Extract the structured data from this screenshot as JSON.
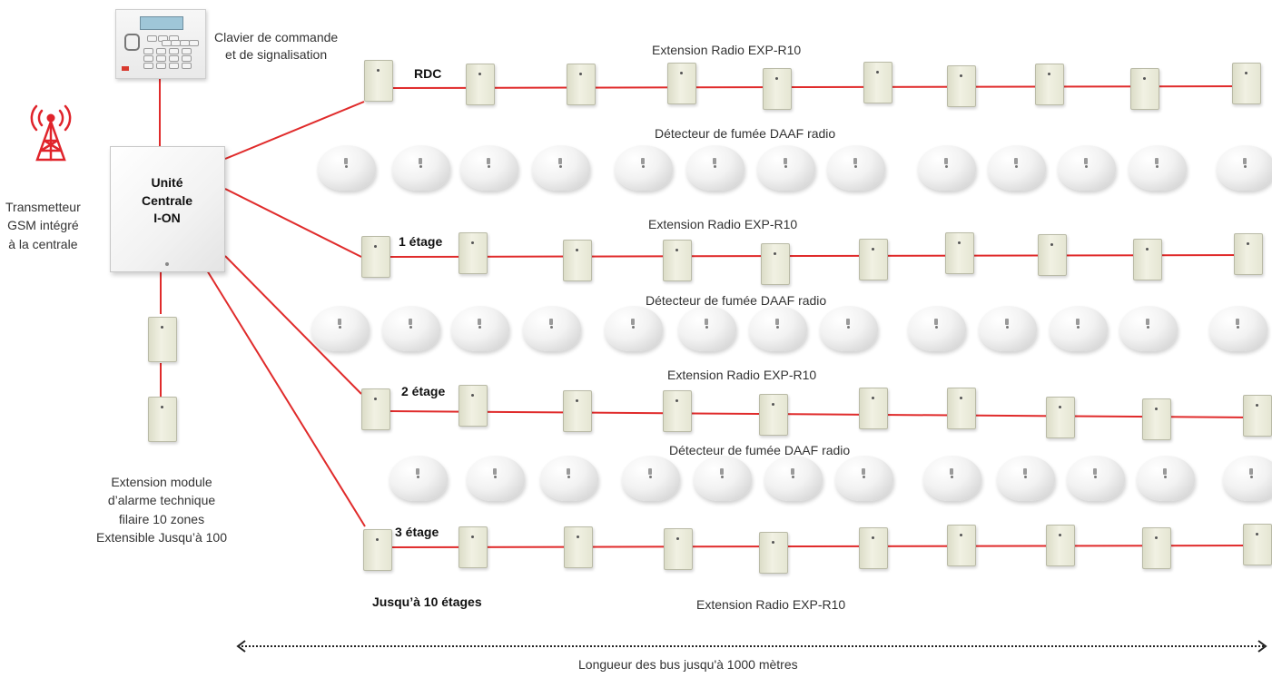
{
  "keypad": {
    "label": "Clavier de commande\net de signalisation"
  },
  "gsm": {
    "label": "Transmetteur\nGSM intégré\nà la centrale",
    "icon": "antenna-tower-icon",
    "color": "#e0242b"
  },
  "central_unit": {
    "label": "Unité\nCentrale\nI-ON"
  },
  "wired_extension": {
    "label": "Extension module\nd’alarme technique\nfilaire 10 zones\nExtensible Jusqu’à 100"
  },
  "floors": [
    {
      "name": "RDC",
      "extension_label": "Extension Radio EXP-R10",
      "detector_label": "Détecteur de fumée DAAF radio"
    },
    {
      "name": "1 étage",
      "extension_label": "Extension Radio EXP-R10",
      "detector_label": "Détecteur de fumée DAAF radio"
    },
    {
      "name": "2 étage",
      "extension_label": "Extension Radio EXP-R10",
      "detector_label": "Détecteur de fumée DAAF radio"
    },
    {
      "name": "3 étage",
      "extension_label": "Extension Radio EXP-R10"
    }
  ],
  "max_floors_label": "Jusqu’à 10 étages",
  "bus_length_label": "Longueur des bus jusqu'à 1000 mètres",
  "colors": {
    "wire": "#e02b2b",
    "arrow": "#222222"
  }
}
